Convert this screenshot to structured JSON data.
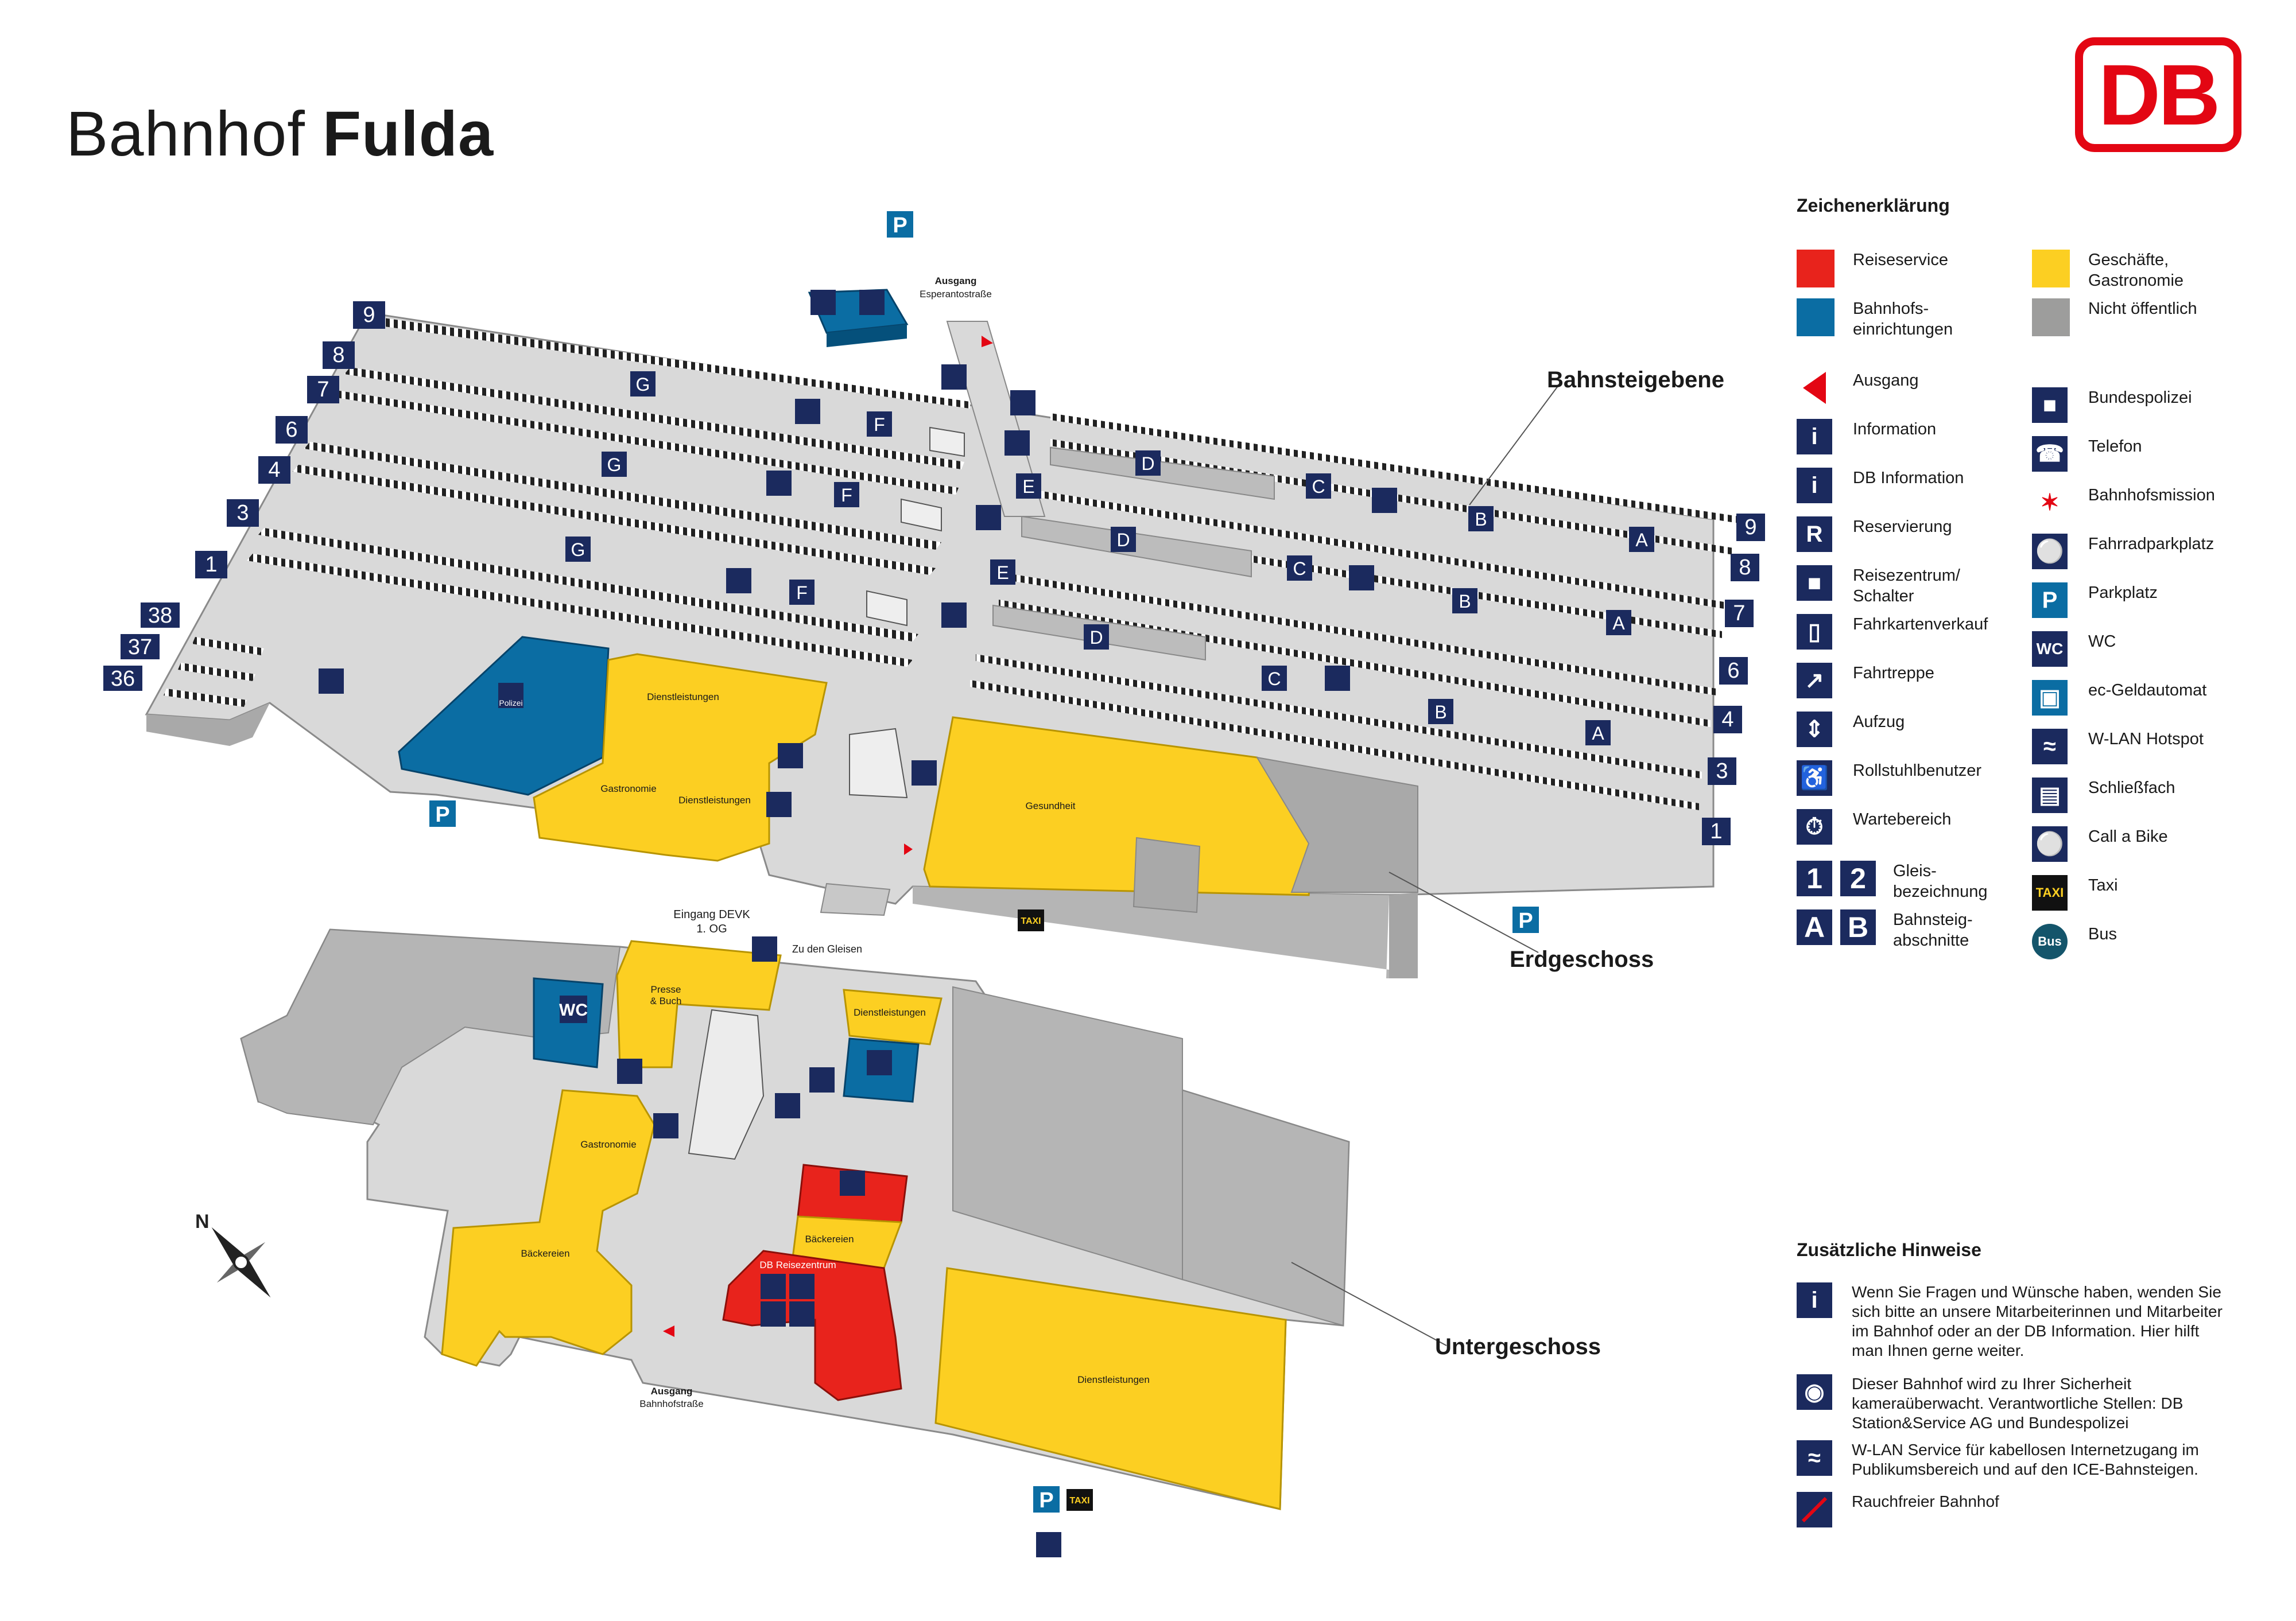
{
  "title": {
    "prefix": "Bahnhof",
    "name": "Fulda"
  },
  "logo": {
    "text": "DB",
    "color": "#e30613"
  },
  "colors": {
    "reiseservice": "#e8231c",
    "bahnhofseinrichtungen": "#0b6da3",
    "geschaefte": "#fccf22",
    "nicht_oeffentlich": "#9d9d9c",
    "floor": "#d5d5d5",
    "icon_blue": "#1b2a5e"
  },
  "levels": {
    "bahnsteig": "Bahnsteigebene",
    "erdgeschoss": "Erdgeschoss",
    "untergeschoss": "Untergeschoss"
  },
  "tracks": [
    "9",
    "8",
    "7",
    "6",
    "4",
    "3",
    "1",
    "38",
    "37",
    "36"
  ],
  "tracks_right": [
    "9",
    "8",
    "7",
    "6",
    "4",
    "3",
    "1"
  ],
  "sections": [
    "A",
    "B",
    "C",
    "D",
    "E",
    "F",
    "G"
  ],
  "labels": {
    "ausgang_top": "Ausgang",
    "ausgang_top_street": "Esperantostraße",
    "ausgang_bottom": "Ausgang",
    "ausgang_bottom_street": "Bahnhofstraße",
    "eingang": "Eingang DEVK",
    "eingang_floor": "1. OG",
    "zu_den_gleisen": "Zu den Gleisen",
    "dienstleistungen": "Dienstleistungen",
    "gastronomie": "Gastronomie",
    "gesundheit": "Gesundheit",
    "presse": "Presse",
    "presse2": "& Buch",
    "baeckereien": "Bäckereien",
    "db_reisezentrum": "DB Reisezentrum",
    "polizei": "Polizei",
    "taxi": "TAXI",
    "wc": "WC",
    "p": "P"
  },
  "legend": {
    "title": "Zeichenerklärung",
    "colors": [
      {
        "label": "Reiseservice",
        "color": "#e8231c"
      },
      {
        "label": "Bahnhofs-",
        "label2": "einrichtungen",
        "color": "#0b6da3"
      },
      {
        "label": "Geschäfte,",
        "label2": "Gastronomie",
        "color": "#fccf22"
      },
      {
        "label": "Nicht öffentlich",
        "color": "#9d9d9c"
      }
    ],
    "icons_left": [
      {
        "icon": "exit-arrow-icon",
        "label": "Ausgang"
      },
      {
        "icon": "information-icon",
        "label": "Information"
      },
      {
        "icon": "db-information-icon",
        "label": "DB Information"
      },
      {
        "icon": "reservation-icon",
        "label": "Reservierung"
      },
      {
        "icon": "travel-center-icon",
        "label": "Reisezentrum/",
        "label2": "Schalter"
      },
      {
        "icon": "ticket-machine-icon",
        "label": "Fahrkartenverkauf"
      },
      {
        "icon": "escalator-icon",
        "label": "Fahrtreppe"
      },
      {
        "icon": "elevator-icon",
        "label": "Aufzug"
      },
      {
        "icon": "wheelchair-icon",
        "label": "Rollstuhlbenutzer"
      },
      {
        "icon": "waiting-area-icon",
        "label": "Wartebereich"
      }
    ],
    "icons_right": [
      {
        "icon": "federal-police-icon",
        "label": "Bundespolizei"
      },
      {
        "icon": "telephone-icon",
        "label": "Telefon"
      },
      {
        "icon": "station-mission-icon",
        "label": "Bahnhofsmission"
      },
      {
        "icon": "bicycle-parking-icon",
        "label": "Fahrradparkplatz"
      },
      {
        "icon": "parking-icon",
        "label": "Parkplatz"
      },
      {
        "icon": "wc-icon",
        "label": "WC"
      },
      {
        "icon": "atm-icon",
        "label": "ec-Geldautomat"
      },
      {
        "icon": "wifi-icon",
        "label": "W-LAN Hotspot"
      },
      {
        "icon": "locker-icon",
        "label": "Schließfach"
      },
      {
        "icon": "call-a-bike-icon",
        "label": "Call a Bike"
      },
      {
        "icon": "taxi-icon",
        "label": "Taxi"
      },
      {
        "icon": "bus-icon",
        "label": "Bus"
      }
    ],
    "gleis": {
      "n1": "1",
      "n2": "2",
      "label": "Gleis-",
      "label2": "bezeichnung"
    },
    "abschnitt": {
      "n1": "A",
      "n2": "B",
      "label": "Bahnsteig-",
      "label2": "abschnitte"
    },
    "small": {
      "information": "Information",
      "call": "Call a Bike",
      "polizei": "Polizei"
    }
  },
  "hinweise": {
    "title": "Zusätzliche Hinweise",
    "items": [
      {
        "icon": "information-icon",
        "text": "Wenn Sie Fragen und Wünsche haben, wenden Sie sich bitte an unsere Mitarbeiterinnen und Mitarbeiter im Bahnhof oder an der DB Information. Hier hilft man Ihnen gerne weiter."
      },
      {
        "icon": "camera-icon",
        "text": "Dieser Bahnhof wird zu Ihrer Sicherheit kameraüberwacht. Verantwortliche Stellen: DB Station&Service AG und Bundespolizei"
      },
      {
        "icon": "wifi-icon",
        "text": "W-LAN Service für kabellosen Internetzugang im Publikumsbereich und auf den ICE-Bahnsteigen."
      },
      {
        "icon": "no-smoking-icon",
        "text": "Rauchfreier Bahnhof"
      }
    ]
  },
  "compass": {
    "label": "N"
  }
}
